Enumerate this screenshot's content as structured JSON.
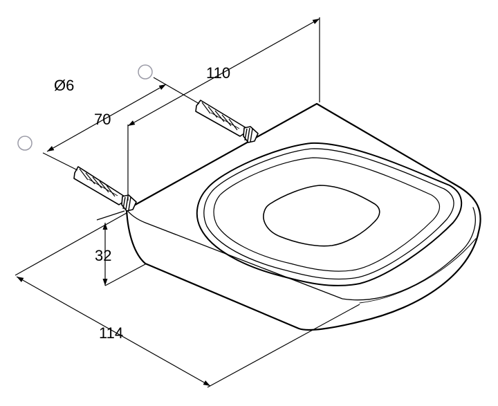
{
  "labels": {
    "diameter": "Ø6",
    "spacing": "70",
    "depth": "110",
    "height": "32",
    "width": "114"
  },
  "colors": {
    "line": "#000000",
    "callout_circle": "#9a9aa6",
    "background": "#ffffff"
  }
}
